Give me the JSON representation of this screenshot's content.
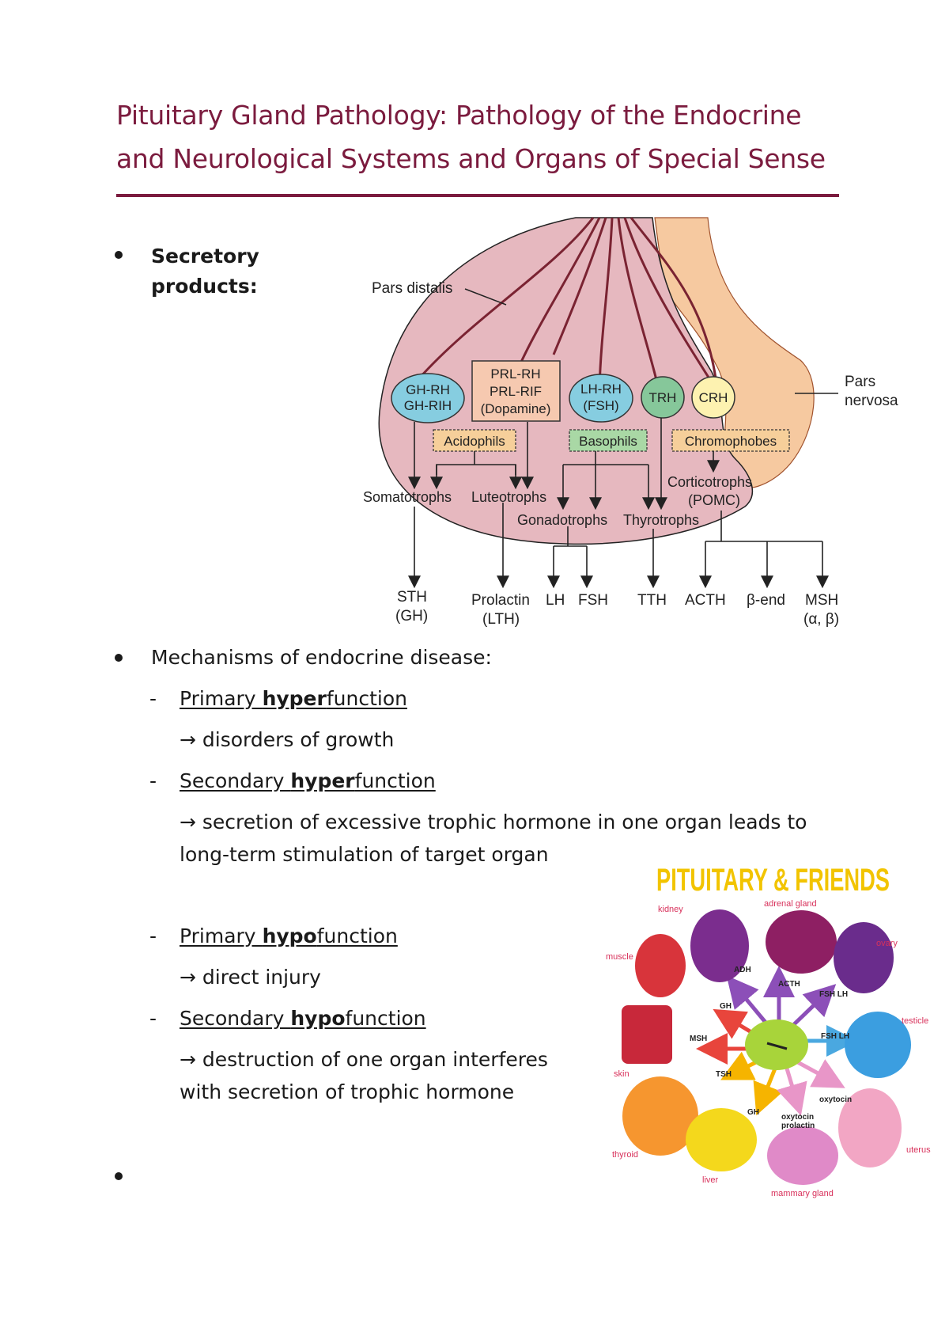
{
  "title": {
    "line1": "Pituitary Gland Pathology: Pathology of the Endocrine",
    "line2": "and Neurological Systems and Organs of Special Sense"
  },
  "bullet1": {
    "line1": "Secretory",
    "line2": "products:"
  },
  "diagram": {
    "pars_distalis": "Pars distalis",
    "pars_nervosa_1": "Pars",
    "pars_nervosa_2": "nervosa",
    "gh_rh": "GH-RH",
    "gh_rih": "GH-RIH",
    "prl_rh": "PRL-RH",
    "prl_rif": "PRL-RIF",
    "dopamine": "(Dopamine)",
    "lh_rh": "LH-RH",
    "fsh_rh": "(FSH)",
    "trh": "TRH",
    "crh": "CRH",
    "acidophils": "Acidophils",
    "basophils": "Basophils",
    "chromophobes": "Chromophobes",
    "somatotrophs": "Somatotrophs",
    "luteotrophs": "Luteotrophs",
    "gonadotrophs": "Gonadotrophs",
    "thyrotrophs": "Thyrotrophs",
    "corticotrophs": "Corticotrophs",
    "pomc": "(POMC)",
    "sth": "STH",
    "gh_paren": "(GH)",
    "prolactin": "Prolactin",
    "lth": "(LTH)",
    "lh": "LH",
    "fsh": "FSH",
    "tth": "TTH",
    "acth": "ACTH",
    "b_end": "β-end",
    "msh": "MSH",
    "msh_sub": "(α, β)",
    "colors": {
      "gland": "#e6b8bf",
      "nervosa": "#f6c9a0",
      "blue": "#86cde0",
      "green": "#86c79a",
      "yellow": "#fdf2b0",
      "stalk": "#7a2332"
    }
  },
  "bullet2": {
    "heading": "Mechanisms of endocrine disease:",
    "items": [
      {
        "dash": "-",
        "pre": "Primary ",
        "bold": "hyper",
        "post": "function",
        "arrow": "→",
        "desc": [
          " disorders of growth"
        ]
      },
      {
        "dash": "-",
        "pre": "Secondary ",
        "bold": "hyper",
        "post": "function",
        "arrow": "→",
        "desc": [
          " secretion of excessive trophic hormone in one organ leads to",
          "long-term stimulation of target organ"
        ]
      },
      {
        "dash": "-",
        "pre": "Primary ",
        "bold": "hypo",
        "post": "function",
        "arrow": "→",
        "desc": [
          " direct injury"
        ]
      },
      {
        "dash": "-",
        "pre": "Secondary ",
        "bold": "hypo",
        "post": "function",
        "arrow": "→",
        "desc": [
          " destruction of one organ interferes",
          "with secretion of trophic hormone"
        ]
      }
    ]
  },
  "friends": {
    "title": "PITUITARY & FRIENDS",
    "kidney": "kidney",
    "adrenal": "adrenal gland",
    "ovary": "ovary",
    "muscle": "muscle",
    "testicle": "testicle",
    "skin": "skin",
    "thyroid": "thyroid",
    "liver": "liver",
    "mammary": "mammary gland",
    "uterus": "uterus",
    "adh": "ADH",
    "acth": "ACTH",
    "fsh_lh_1": "FSH LH",
    "fsh_lh_2": "FSH LH",
    "gh_1": "GH",
    "msh": "MSH",
    "tsh": "TSH",
    "gh_2": "GH",
    "oxytocin": "oxytocin",
    "oxytocin2": "oxytocin",
    "prolactin": "prolactin",
    "colors": {
      "title": "#f2c400",
      "label": "#d8315b",
      "arrow": "#8c4fb8"
    }
  }
}
